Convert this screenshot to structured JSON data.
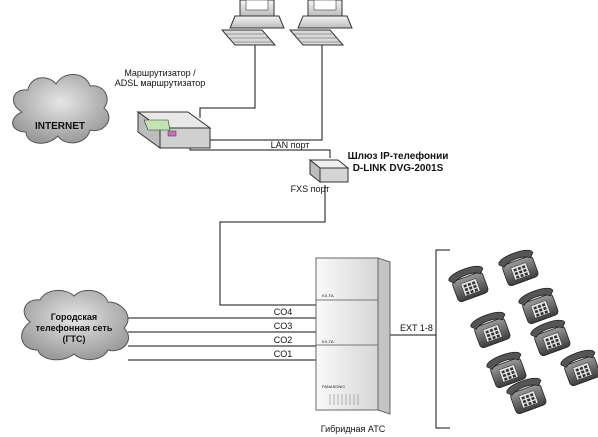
{
  "cloud_internet": "INTERNET",
  "cloud_pstn": {
    "line1": "Городская",
    "line2": "телефонная сеть",
    "line3": "(ГТС)"
  },
  "router": {
    "line1": "Маршрутизатор /",
    "line2": "ADSL маршрутизатор"
  },
  "gateway": {
    "line1": "Шлюз IP-телефонии",
    "line2": "D-LINK DVG-2001S",
    "lan_port": "LAN порт",
    "fxs_port": "FXS порт"
  },
  "co_lines": [
    "CO4",
    "CO3",
    "CO2",
    "CO1"
  ],
  "ext_label": "EXT 1-8",
  "pbx_label": "Гибридная АТС",
  "pbx_screen_text": [
    "KX-TA",
    "KX-TA",
    "PANASONIC"
  ],
  "phone_count": 8
}
